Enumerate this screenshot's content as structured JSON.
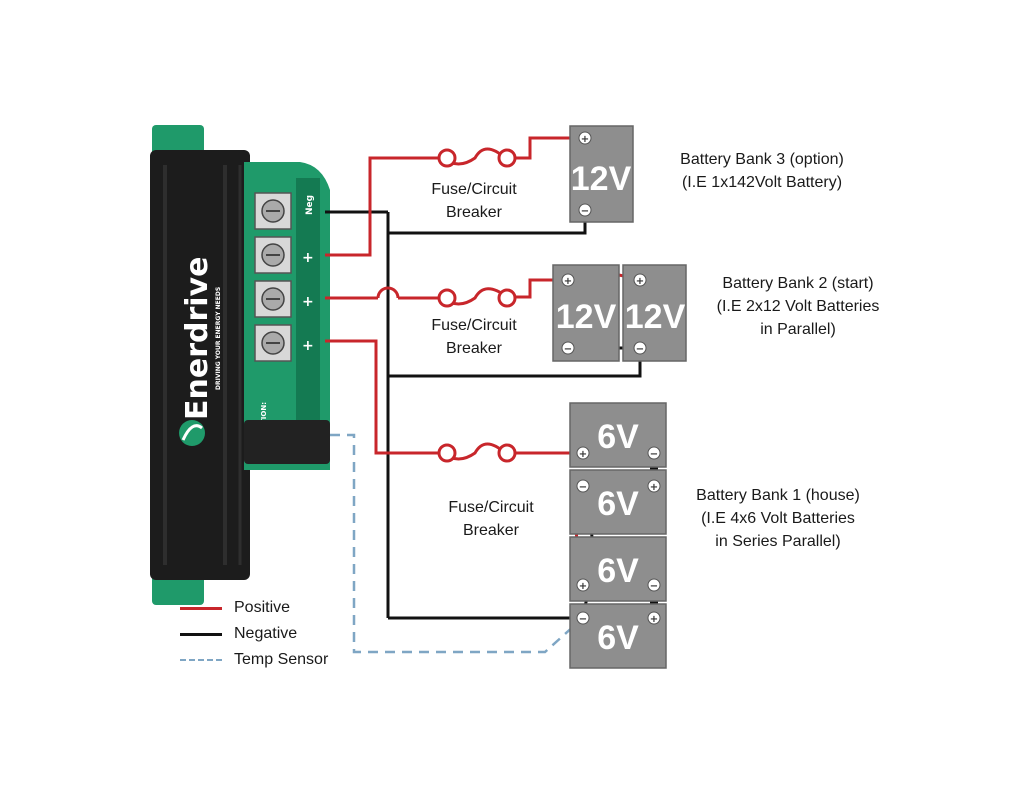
{
  "colors": {
    "positive": "#c8262b",
    "negative": "#111111",
    "temp_sensor": "#7fa6c4",
    "battery": "#8e8e8e",
    "charger_green": "#1f9a6a",
    "charger_body": "#1c1c1c"
  },
  "charger": {
    "brand": "Enerdrive",
    "tagline": "DRIVING YOUR ENERGY NEEDS",
    "neg_label": "Neg",
    "plus_label": "+",
    "caution": "CAUTION:",
    "logo_icon": "enerdrive-logo-icon"
  },
  "banks": [
    {
      "title": "Battery Bank 3 (option)",
      "detail": "(I.E 1x142Volt Battery)",
      "detail2": "",
      "battery_labels": [
        "12V"
      ]
    },
    {
      "title": "Battery Bank 2 (start)",
      "detail": "(I.E 2x12 Volt Batteries",
      "detail2": "in Parallel)",
      "battery_labels": [
        "12V",
        "12V"
      ]
    },
    {
      "title": "Battery Bank 1 (house)",
      "detail": "(I.E 4x6 Volt Batteries",
      "detail2": "in Series Parallel)",
      "battery_labels": [
        "6V",
        "6V",
        "6V",
        "6V"
      ]
    }
  ],
  "fuses": [
    {
      "line1": "Fuse/Circuit",
      "line2": "Breaker"
    },
    {
      "line1": "Fuse/Circuit",
      "line2": "Breaker"
    },
    {
      "line1": "Fuse/Circuit",
      "line2": "Breaker"
    }
  ],
  "terminal_symbols": {
    "plus": "+",
    "minus": "−"
  },
  "legend": [
    {
      "label": "Positive",
      "style": "solid",
      "color": "#c8262b"
    },
    {
      "label": "Negative",
      "style": "solid",
      "color": "#111111"
    },
    {
      "label": "Temp Sensor",
      "style": "dashed",
      "color": "#7fa6c4"
    }
  ]
}
